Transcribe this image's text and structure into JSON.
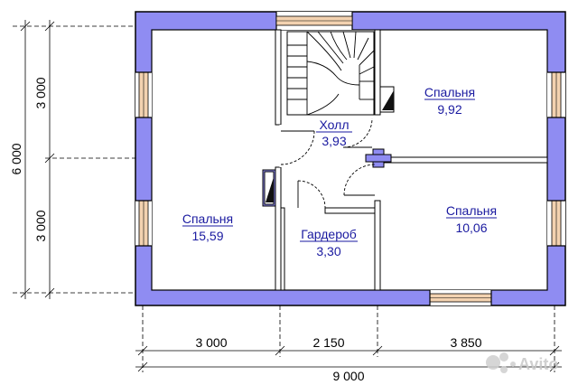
{
  "colors": {
    "wall": "#8f8cf2",
    "wall_stroke": "#000000",
    "window_fill": "#f3d2b0",
    "text_blue": "#1a1aa0"
  },
  "rooms": [
    {
      "id": "hall",
      "name": "Холл",
      "area": "3,93"
    },
    {
      "id": "bedroom-ne",
      "name": "Спальня",
      "area": "9,92"
    },
    {
      "id": "bedroom-w",
      "name": "Спальня",
      "area": "15,59"
    },
    {
      "id": "wardrobe",
      "name": "Гардероб",
      "area": "3,30"
    },
    {
      "id": "bedroom-se",
      "name": "Спальня",
      "area": "10,06"
    }
  ],
  "dimensions": {
    "bottom_segments": [
      "3 000",
      "2 150",
      "3 850"
    ],
    "bottom_total": "9 000",
    "left_segments": [
      "3 000",
      "3 000"
    ],
    "left_total": "6 000"
  },
  "watermark": {
    "text": "Avito",
    "icon": "avito-dots-icon"
  }
}
